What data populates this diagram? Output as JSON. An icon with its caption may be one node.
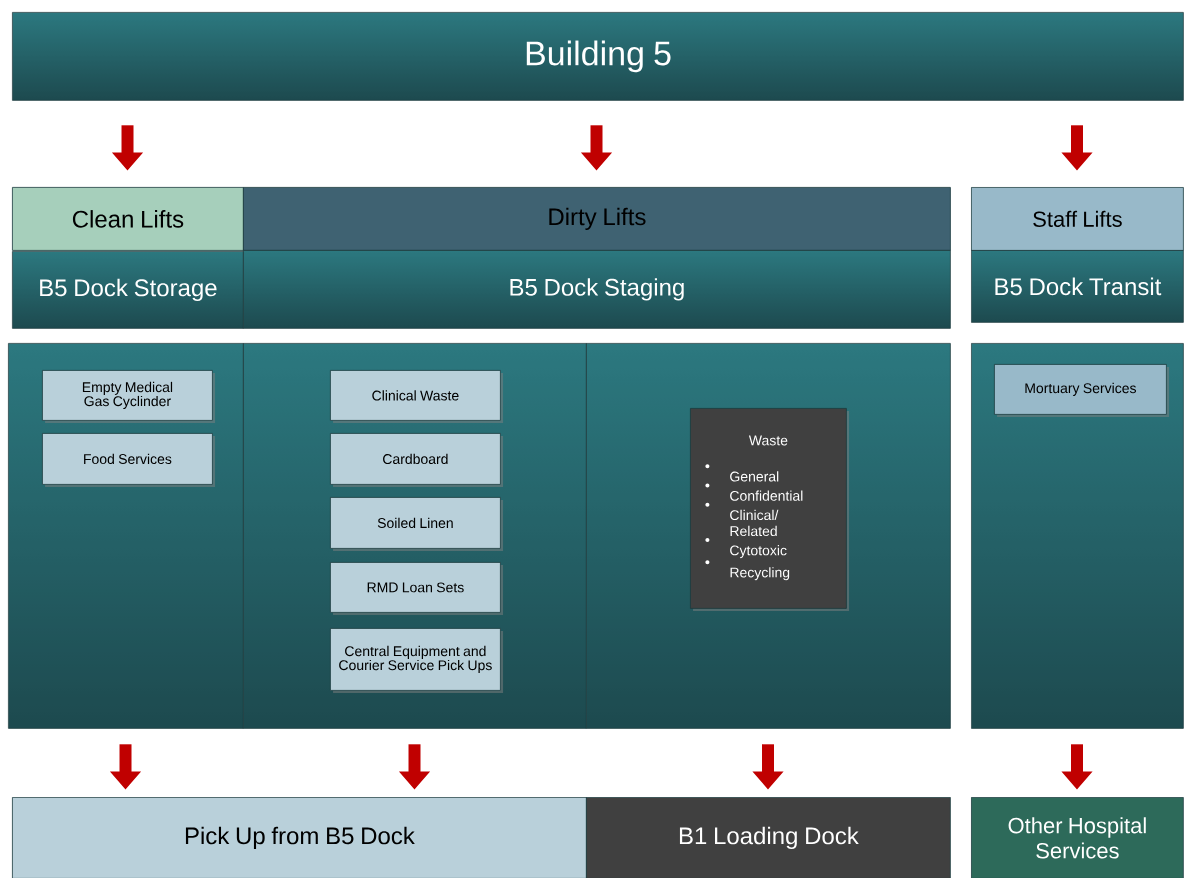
{
  "diagram": {
    "nodes": [
      {
        "text": [
          "Building 5"
        ]
      },
      {
        "text": [
          "Clean Lifts"
        ]
      },
      {
        "text": [
          "B5 Dock Storage"
        ]
      },
      {
        "text": [
          "Dirty Lifts"
        ]
      },
      {
        "text": [
          "B5 Dock Staging"
        ]
      },
      {
        "text": [
          "Staff Lifts"
        ]
      },
      {
        "text": [
          "B5 Dock Transit"
        ]
      },
      {
        "text": [],
        "shape": "box"
      },
      {
        "text": [
          "Empty Medical Gas Cyclinder"
        ],
        "in": 7
      },
      {
        "text": [
          "Food Services"
        ],
        "in": 7
      },
      {
        "text": [],
        "shape": "box"
      },
      {
        "text": [
          "Clinical Waste"
        ],
        "in": 10
      },
      {
        "text": [
          "Cardboard"
        ],
        "in": 10
      },
      {
        "text": [
          "Soiled Linen"
        ],
        "in": 10
      },
      {
        "text": [
          "RMD Loan Sets"
        ],
        "in": 10
      },
      {
        "text": [
          "Central Equipment and Courier Service Pick Ups"
        ],
        "in": 10
      },
      {
        "text": [],
        "shape": "box"
      },
      {
        "text": [
          "Waste",
          "General",
          "Confidential",
          "Clinical/ Related",
          "Cytotoxic",
          "Recycling"
        ],
        "in": 16
      },
      {
        "text": [],
        "shape": "box"
      },
      {
        "text": [
          "Mortuary Services"
        ],
        "in": 18
      },
      {
        "text": [
          "Pick Up from B5 Dock"
        ]
      },
      {
        "text": [
          "B1 Loading Dock"
        ]
      },
      {
        "text": [
          "Other Hospital Services"
        ]
      }
    ],
    "edges": [
      {
        "from": 0,
        "to": 1,
        "arrow": "to"
      },
      {
        "from": 0,
        "to": 3,
        "arrow": "to"
      },
      {
        "from": 0,
        "to": 5,
        "arrow": "to"
      },
      {
        "from": 7,
        "to": 20,
        "arrow": "to"
      },
      {
        "from": 10,
        "to": 20,
        "arrow": "to"
      },
      {
        "from": 16,
        "to": 21,
        "arrow": "to"
      },
      {
        "from": 18,
        "to": 22,
        "arrow": "to"
      }
    ]
  }
}
